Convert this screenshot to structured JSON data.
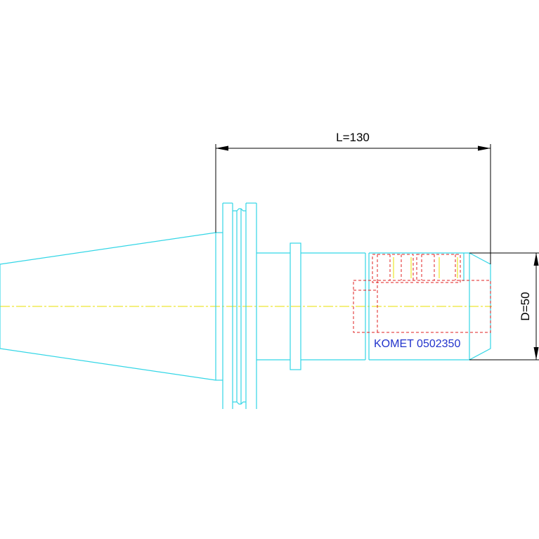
{
  "drawing": {
    "length_label": "L=130",
    "diameter_label": "D=50",
    "part_label": "KOMET 0502350"
  },
  "colors": {
    "background": "#ffffff",
    "outline": "#33d6e6",
    "centerline": "#e8e000",
    "hidden_feature": "#e02020",
    "dimension": "#000000",
    "part_label": "#2233cc"
  }
}
